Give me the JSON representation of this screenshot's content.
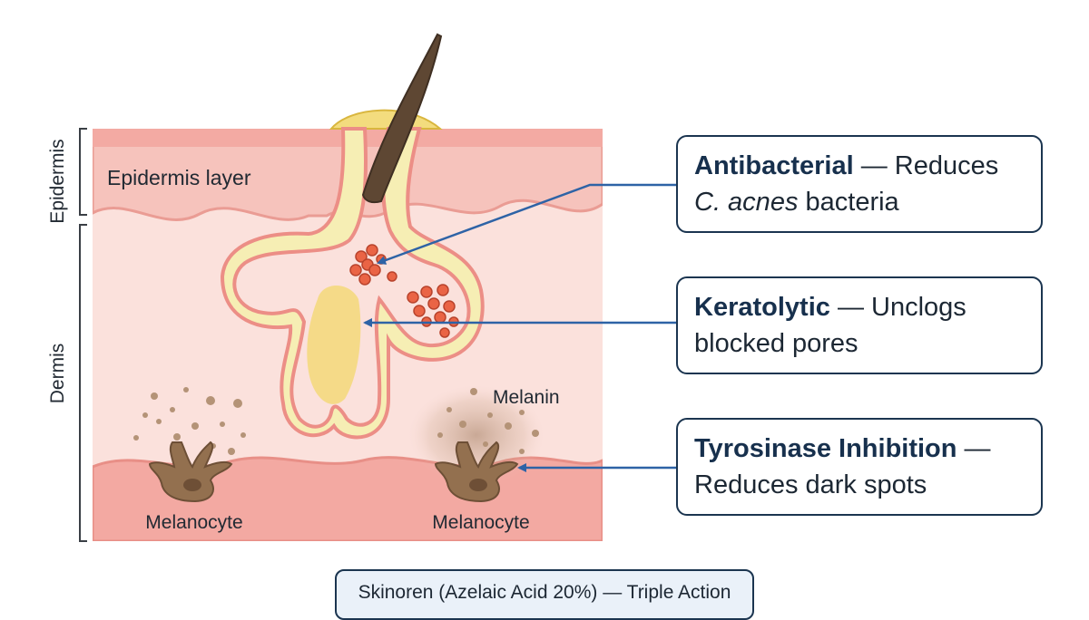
{
  "side_labels": {
    "epidermis": "Epidermis",
    "dermis": "Dermis"
  },
  "layer_labels": {
    "epidermis_layer": "Epidermis layer",
    "melanin": "Melanin",
    "melanocyte_left": "Melanocyte",
    "melanocyte_right": "Melanocyte"
  },
  "callouts": [
    {
      "title": "Antibacterial",
      "dash": " — ",
      "text_a": "Reduces",
      "italic": "C. acnes",
      "text_b": " bacteria"
    },
    {
      "title": "Keratolytic",
      "dash": " — ",
      "text_a": "Unclogs",
      "text_b": "blocked pores"
    },
    {
      "title": "Tyrosinase Inhibition",
      "dash": " — ",
      "text_b": "Reduces dark spots"
    }
  ],
  "footer": "Skinoren (Azelaic Acid 20%) — Triple Action",
  "colors": {
    "arrow": "#2e63a6",
    "box_border": "#1b3550",
    "skin_outer": "#f3a7a2",
    "skin_inner": "#f8d2cd",
    "sebum": "#f6eeb4",
    "bacteria": "#e85d3c",
    "melanin": "#8f6e52"
  }
}
